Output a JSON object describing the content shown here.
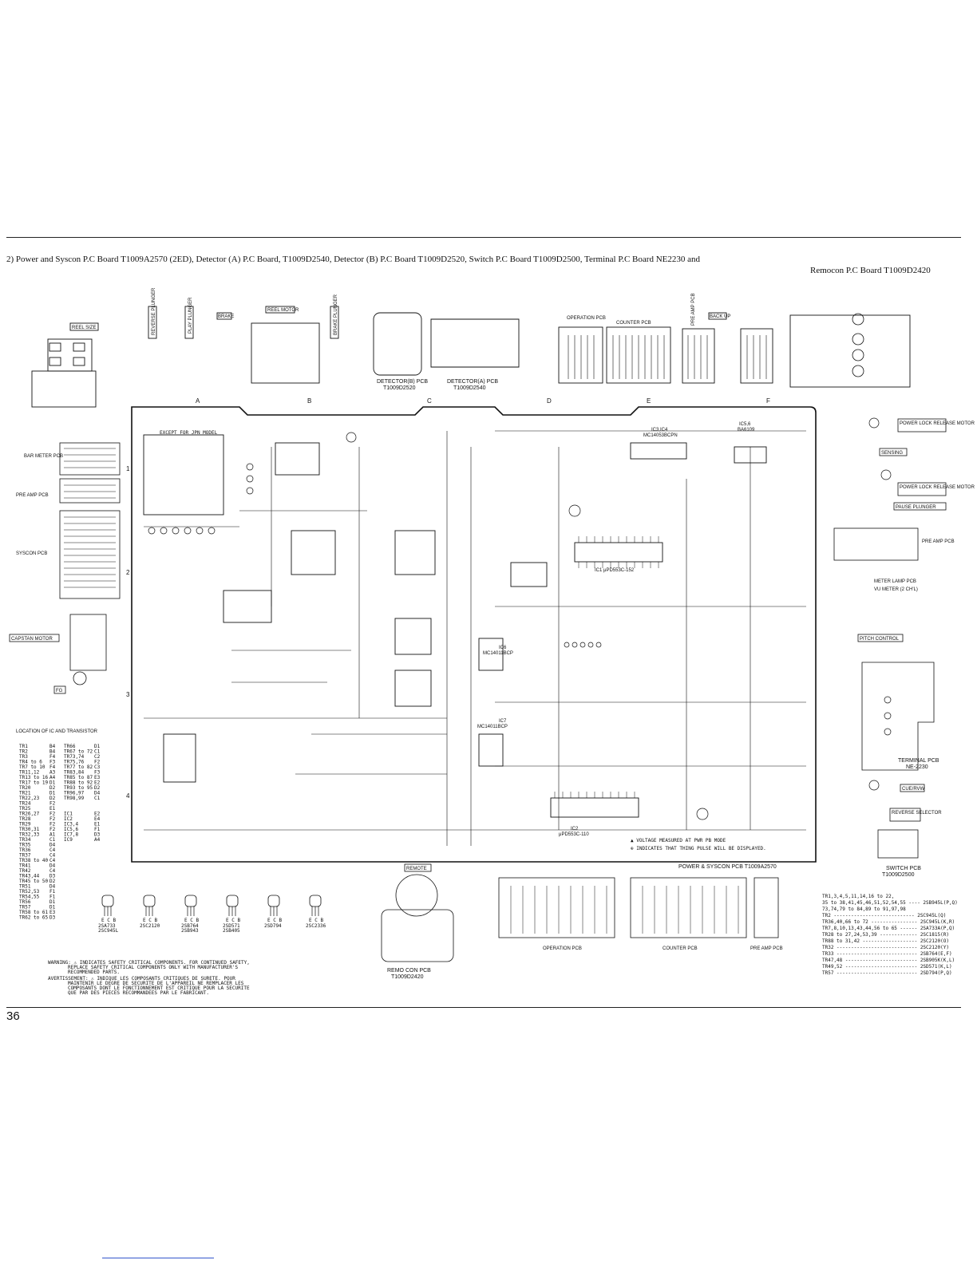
{
  "header": {
    "title_line1": "2) Power  and  Syscon  P.C  Board  T1009A2570  (2ED),  Detector  (A)  P.C Board,  T1009D2540,  Detector  (B)  P.C  Board  T1009D2520,  Switch  P.C Board   T1009D2500,  Terminal  P.C  Board  NE2230  and",
    "title_line2": "Remocon P.C  Board T1009D2420"
  },
  "page_number": "36",
  "top_labels": {
    "reel_size": "REEL SIZE",
    "reverse_plunger": "REVERSE PLUNGER",
    "play_plunger": "PLAY PLUNGER",
    "brake": "BRAKE",
    "reel_motor": "REEL MOTOR",
    "brake_plunger": "BRAKE PLUNGER",
    "detector_b": "DETECTOR(B) PCB",
    "detector_b_part": "T1009D2520",
    "detector_a": "DETECTOR(A) PCB",
    "detector_a_part": "T1009D2540",
    "operation_pcb": "OPERATION PCB",
    "counter_pcb": "COUNTER PCB",
    "pre_amp_pcb": "PRE AMP PCB",
    "back_up": "BACK UP"
  },
  "left_labels": {
    "bar_meter_pcb": "BAR METER PCB",
    "pre_amp_pcb": "PRE AMP PCB",
    "syscon_pcb": "SYSCON PCB",
    "capstan_motor": "CAPSTAN MOTOR",
    "fg": "FG"
  },
  "right_labels": {
    "power_lock_release_motor": "POWER LOCK RELEASE MOTOR",
    "sensing": "SENSING",
    "power_lock_release_motor_2": "POWER LOCK RELEASE MOTOR",
    "pause_plunger": "PAUSE PLUNGER",
    "pre_amp_pcb": "PRE AMP PCB",
    "meter_lamp_pcb": "METER LAMP PCB",
    "vu_meter": "VU METER (2 CH'L)",
    "pitch_control": "PITCH CONTROL",
    "terminal_pcb": "TERMINAL PCB",
    "terminal_part": "NE-2230",
    "cue_rvw": "CUE/RVW",
    "reverse_selector": "REVERSE SELECTOR",
    "switch_pcb": "SWITCH PCB",
    "switch_part": "T1009D2500"
  },
  "board_labels": {
    "ic3_ic4": "IC3,IC4",
    "ic3_ic4_part": "MC14053BCPN",
    "ic5_6": "IC5,6",
    "ic5_6_part": "BA6109",
    "ic1": "IC1  μPD553C-152",
    "ic6": "IC6",
    "ic6_part": "MC14011BCP",
    "ic7": "IC7",
    "ic7_part": "MC14011BCP",
    "ic2": "IC2",
    "ic2_part": "μPD553C-110",
    "except_jpn": "EXCEPT FOR JPN MODEL",
    "power_syscon_pcb": "POWER & SYSCON PCB  T1009A2570",
    "remote": "REMOTE",
    "remo_con_pcb": "REMO CON PCB",
    "remo_con_part": "T1009D2420",
    "operation_pcb_bottom": "OPERATION PCB",
    "counter_pcb_bottom": "COUNTER PCB",
    "pre_amp_bottom": "PRE AMP PCB"
  },
  "location_table": {
    "title": "LOCATION OF IC AND TRANSISTOR",
    "rows": [
      [
        "TR1",
        "B4",
        "TR66",
        "D1"
      ],
      [
        "TR2",
        "B4",
        "TR67 to 72",
        "C1"
      ],
      [
        "TR3",
        "F4",
        "TR73,74",
        "C2"
      ],
      [
        "TR4 to 6",
        "F3",
        "TR75,76",
        "F2"
      ],
      [
        "TR7 to 10",
        "F4",
        "TR77 to 82",
        "C3"
      ],
      [
        "TR11,12",
        "A3",
        "TR83,84",
        "F3"
      ],
      [
        "TR13 to 16",
        "A4",
        "TR85 to 87",
        "E3"
      ],
      [
        "TR17 to 19",
        "D1",
        "TR88 to 92",
        "E2"
      ],
      [
        "TR20",
        "D2",
        "TR93 to 95",
        "D2"
      ],
      [
        "TR21",
        "D1",
        "TR96,97",
        "D4"
      ],
      [
        "TR22,23",
        "D2",
        "TR98,99",
        "C1"
      ],
      [
        "TR24",
        "F2",
        "",
        ""
      ],
      [
        "TR25",
        "E1",
        "",
        ""
      ],
      [
        "TR26,27",
        "F2",
        "IC1",
        "E2"
      ],
      [
        "TR28",
        "F2",
        "IC2",
        "E4"
      ],
      [
        "TR29",
        "F2",
        "IC3,4",
        "E1"
      ],
      [
        "TR30,31",
        "F2",
        "IC5,6",
        "F1"
      ],
      [
        "TR32,33",
        "A1",
        "IC7,8",
        "D3"
      ],
      [
        "TR34",
        "C1",
        "IC9",
        "A4"
      ],
      [
        "TR35",
        "D4",
        "",
        ""
      ],
      [
        "TR36",
        "C4",
        "",
        ""
      ],
      [
        "TR37",
        "C4",
        "",
        ""
      ],
      [
        "TR38 to 40",
        "C4",
        "",
        ""
      ],
      [
        "TR41",
        "D4",
        "",
        ""
      ],
      [
        "TR42",
        "C4",
        "",
        ""
      ],
      [
        "TR43,44",
        "D3",
        "",
        ""
      ],
      [
        "TR45 to 50",
        "D2",
        "",
        ""
      ],
      [
        "TR51",
        "D4",
        "",
        ""
      ],
      [
        "TR52,53",
        "F1",
        "",
        ""
      ],
      [
        "TR54,55",
        "F1",
        "",
        ""
      ],
      [
        "TR56",
        "D1",
        "",
        ""
      ],
      [
        "TR57",
        "D1",
        "",
        ""
      ],
      [
        "TR58 to 61",
        "E3",
        "",
        ""
      ],
      [
        "TR62 to 65",
        "D3",
        "",
        ""
      ]
    ]
  },
  "transistors": [
    {
      "pins": "E C B",
      "type": "2SA733",
      "alt": "2SC945L"
    },
    {
      "pins": "E C B",
      "type": "2SC2120",
      "alt": ""
    },
    {
      "pins": "E C B",
      "type": "2SB764",
      "alt": "2SB943"
    },
    {
      "pins": "E C B",
      "type": "2SD571",
      "alt": "2SB405"
    },
    {
      "pins": "E C B",
      "type": "2SD794",
      "alt": ""
    },
    {
      "pins": "E C B",
      "type": "2SC2336",
      "alt": ""
    }
  ],
  "warning": {
    "line1": "WARNING: ⚠ INDICATES SAFETY CRITICAL COMPONENTS. FOR CONTINUED SAFETY,",
    "line2": "REPLACE SAFETY CRITICAL COMPONENTS ONLY WITH MANUFACTURER'S",
    "line3": "RECOMMENDED PARTS.",
    "line4": "AVERTISSEMENT: ⚠ INDIQUE LES COMPOSANTS CRITIQUES DE SURETE. POUR",
    "line5": "MAINTENIR LE DEGRE DE SECURITE DE L'APPAREIL NE REMPLACER LES",
    "line6": "COMPOSANTS DONT LE FONCTIONNEMENT EST CRITIQUE POUR LA SECURITE",
    "line7": "QUE PAR DES PIECES RECOMMANDEES PAR LE FABRICANT."
  },
  "notes": {
    "voltage": "▲ VOLTAGE MEASURED AT PWR PB MODE",
    "signal": "⊕ INDICATES THAT THING PULSE WILL BE DISPLAYED."
  },
  "grid": {
    "columns": [
      "A",
      "B",
      "C",
      "D",
      "E",
      "F"
    ],
    "rows": [
      "1",
      "2",
      "3",
      "4"
    ]
  },
  "tr_list": [
    "TR1,3,4,5,11,14,16 to 22,",
    "35 to 38,41,45,46,51,52,54,55 ---- 2SB945L(P,Q)",
    "73,74,79 to 84,89 to 91,97,98",
    "TR2 ---------------------------- 2SC945L(Q)",
    "TR36,40,66 to 72 ---------------- 2SC945L(K,R)",
    "TR7,8,10,13,43,44,56 to 65 ------ 2SA733A(P,Q)",
    "TR28 to 27,24,53,39 ------------- 2SC1815(R)",
    "TR88 to 31,42 ------------------- 2SC2120(O)",
    "TR32 ---------------------------- 2SC2120(Y)",
    "TR33 ---------------------------- 2SB764(E,F)",
    "TR47,48 ------------------------- 2SB905K(K,L)",
    "TR49,52 ------------------------- 2SD571(K,L)",
    "TR57 ---------------------------- 2SD794(P,Q)"
  ]
}
